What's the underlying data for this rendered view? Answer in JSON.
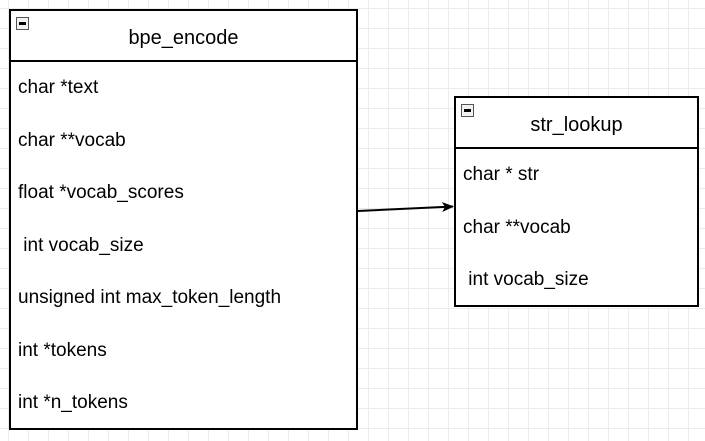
{
  "classes": [
    {
      "id": "bpe",
      "title": "bpe_encode",
      "fields": [
        "char *text",
        "char **vocab",
        "float *vocab_scores",
        " int vocab_size",
        "unsigned int max_token_length",
        "int *tokens",
        "int *n_tokens"
      ]
    },
    {
      "id": "str",
      "title": "str_lookup",
      "fields": [
        "char * str",
        "char **vocab",
        " int vocab_size"
      ]
    }
  ],
  "icons": {
    "collapse": "collapse-minus-icon"
  },
  "colors": {
    "stroke": "#000000",
    "grid": "#ebebeb",
    "background": "#ffffff"
  }
}
